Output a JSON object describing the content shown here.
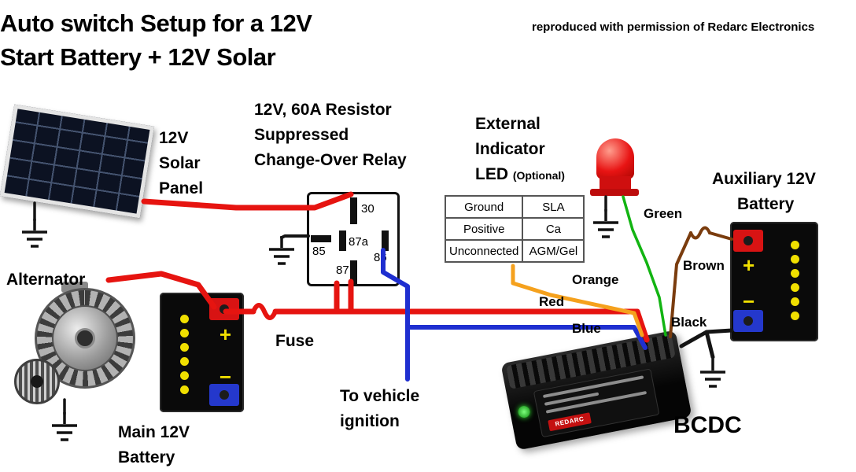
{
  "title": {
    "line1": "Auto switch Setup for a 12V",
    "line2": "Start Battery + 12V Solar"
  },
  "attribution": "reproduced with permission of Redarc Electronics",
  "solar_panel": {
    "label_lines": [
      "12V",
      "Solar",
      "Panel"
    ]
  },
  "relay": {
    "label_lines": [
      "12V, 60A Resistor",
      "Suppressed",
      "Change-Over Relay"
    ],
    "pins": {
      "p30": "30",
      "p87a": "87a",
      "p86": "86",
      "p85": "85",
      "p87": "87"
    }
  },
  "led": {
    "label_lines": [
      "External",
      "Indicator",
      "LED"
    ],
    "optional": "(Optional)"
  },
  "led_table": {
    "rows": [
      [
        "Ground",
        "SLA"
      ],
      [
        "Positive",
        "Ca"
      ],
      [
        "Unconnected",
        "AGM/Gel"
      ]
    ]
  },
  "alternator": {
    "label": "Alternator"
  },
  "fuse": {
    "label": "Fuse"
  },
  "main_battery": {
    "label_lines": [
      "Main 12V",
      "Battery"
    ],
    "plus": "+",
    "minus": "−"
  },
  "aux_battery": {
    "label_lines": [
      "Auxiliary 12V",
      "Battery"
    ],
    "plus": "+",
    "minus": "−"
  },
  "ignition": {
    "label_lines": [
      "To vehicle",
      "ignition"
    ]
  },
  "bcdc": {
    "label": "BCDC",
    "badge": "REDARC"
  },
  "wire_labels": {
    "green": "Green",
    "brown": "Brown",
    "orange": "Orange",
    "red": "Red",
    "blue": "Blue",
    "black": "Black"
  },
  "colors": {
    "red": "#e61410",
    "blue": "#1f2fd0",
    "orange": "#f5a11d",
    "green": "#12b412",
    "brown": "#7a3c0e",
    "black": "#141414"
  }
}
